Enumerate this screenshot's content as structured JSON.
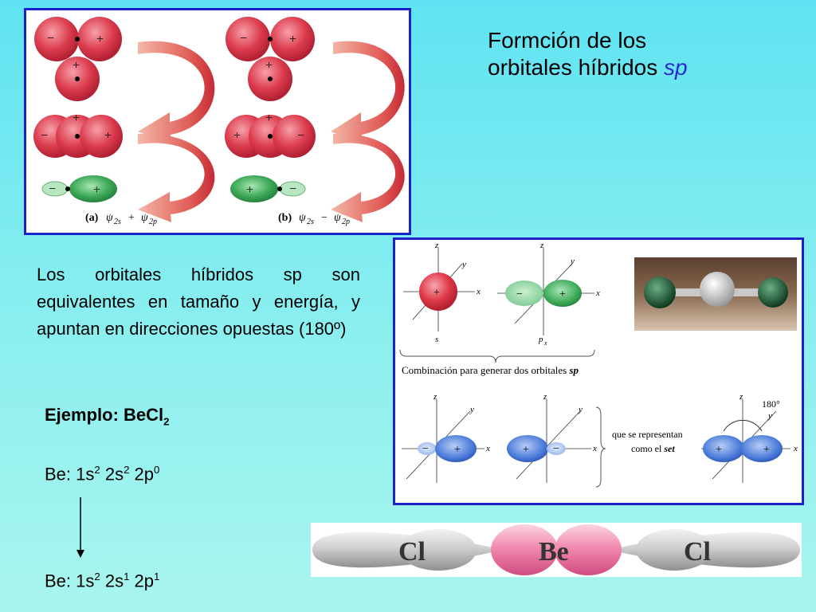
{
  "title": {
    "line1": "Formción de los",
    "line2_prefix": "orbitales híbridos ",
    "line2_em": "sp"
  },
  "paragraph": "Los orbitales híbridos sp son equivalentes en tamaño y energía, y apuntan en direcciones opuestas (180º)",
  "example": {
    "label": "Ejemplo: BeCl",
    "sub": "2"
  },
  "config_before": {
    "prefix": "Be: 1s",
    "s1": "2",
    "mid1": " 2s",
    "s2": "2",
    "mid2": " 2p",
    "s3": "0"
  },
  "config_after": {
    "prefix": "Be: 1s",
    "s1": "2",
    "mid1": " 2s",
    "s2": "1",
    "mid2": " 2p",
    "s3": "1"
  },
  "figure_top": {
    "label_a": "(a)",
    "label_b": "(b)",
    "psi": "ψ",
    "sub_2s": "2s",
    "sub_2p": "2p",
    "plus": "+",
    "minus": "−"
  },
  "figure_right": {
    "caption": "Combinación para generar dos orbitales ",
    "caption_em": "sp",
    "label_s": "s",
    "label_p": "p",
    "label_p_sub": "x",
    "axis_x": "x",
    "axis_y": "y",
    "axis_z": "z",
    "angle": "180°",
    "represent_line1": "que se representan",
    "represent_line2": "como el ",
    "represent_em": "set"
  },
  "molecule": {
    "left": "Cl",
    "center": "Be",
    "right": "Cl"
  },
  "colors": {
    "border": "#1a22c8",
    "red_orbital": "#d8364a",
    "green_orbital": "#3aa552",
    "blue_orbital": "#4a7ad8",
    "pink_orbital": "#f06aa0"
  }
}
